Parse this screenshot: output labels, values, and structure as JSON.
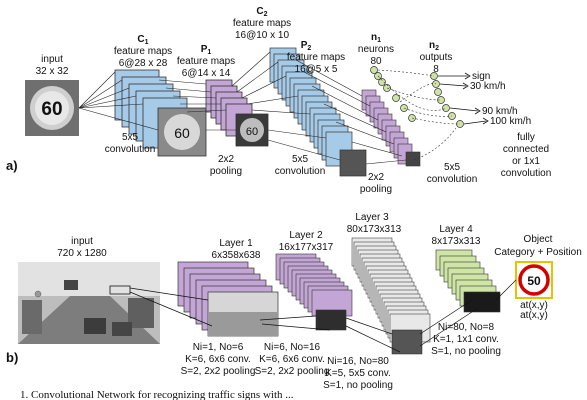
{
  "panel_a": {
    "marker": "a)",
    "input": {
      "title": "input",
      "size": "32 x 32",
      "sign_text": "60"
    },
    "c1": {
      "name": "C",
      "sub": "1",
      "desc": "feature maps",
      "dims": "6@28 x 28"
    },
    "p1": {
      "name": "P",
      "sub": "1",
      "desc": "feature maps",
      "dims": "6@14 x 14"
    },
    "c2": {
      "name": "C",
      "sub": "2",
      "desc": "feature maps",
      "dims": "16@10 x 10"
    },
    "p2": {
      "name": "P",
      "sub": "2",
      "desc": "feature maps",
      "dims": "16@5 x 5"
    },
    "n1": {
      "name": "n",
      "sub": "1",
      "desc": "neurons",
      "count": "80"
    },
    "n2": {
      "name": "n",
      "sub": "2",
      "desc": "outputs",
      "count": "8"
    },
    "outputs": [
      "sign",
      "30 km/h",
      "90 km/h",
      "100 km/h"
    ],
    "ops": {
      "conv1": [
        "5x5",
        "convolution"
      ],
      "pool1": [
        "2x2",
        "pooling"
      ],
      "conv2": [
        "5x5",
        "convolution"
      ],
      "pool2": [
        "2x2",
        "pooling"
      ],
      "conv3": [
        "5x5",
        "convolution"
      ],
      "fc": [
        "fully",
        "connected",
        "or 1x1",
        "convolution"
      ]
    }
  },
  "panel_b": {
    "marker": "b)",
    "input": {
      "title": "input",
      "size": "720 x 1280"
    },
    "layer1": {
      "title": "Layer 1",
      "dims": "6x358x638",
      "params": [
        "Ni=1, No=6",
        "K=6, 6x6 conv.",
        "S=2, 2x2 pooling"
      ]
    },
    "layer2": {
      "title": "Layer 2",
      "dims": "16x177x317",
      "params": [
        "Ni=6, No=16",
        "K=6, 6x6 conv.",
        "S=2, 2x2 pooling"
      ]
    },
    "layer3": {
      "title": "Layer 3",
      "dims": "80x173x313",
      "params": [
        "Ni=16, No=80",
        "K=5, 5x5 conv.",
        "S=1, no pooling"
      ]
    },
    "layer4": {
      "title": "Layer 4",
      "dims": "8x173x313",
      "params": [
        "Ni=80, No=8",
        "K=1, 1x1 conv.",
        "S=1, no pooling"
      ]
    },
    "object": {
      "title": "Object",
      "subtitle": "Category + Position",
      "sign_text": "50",
      "pos1": "at(x,y)",
      "pos2": "at(x,y)"
    }
  },
  "caption": "1. Convolutional Network for recognizing traffic signs with ..."
}
